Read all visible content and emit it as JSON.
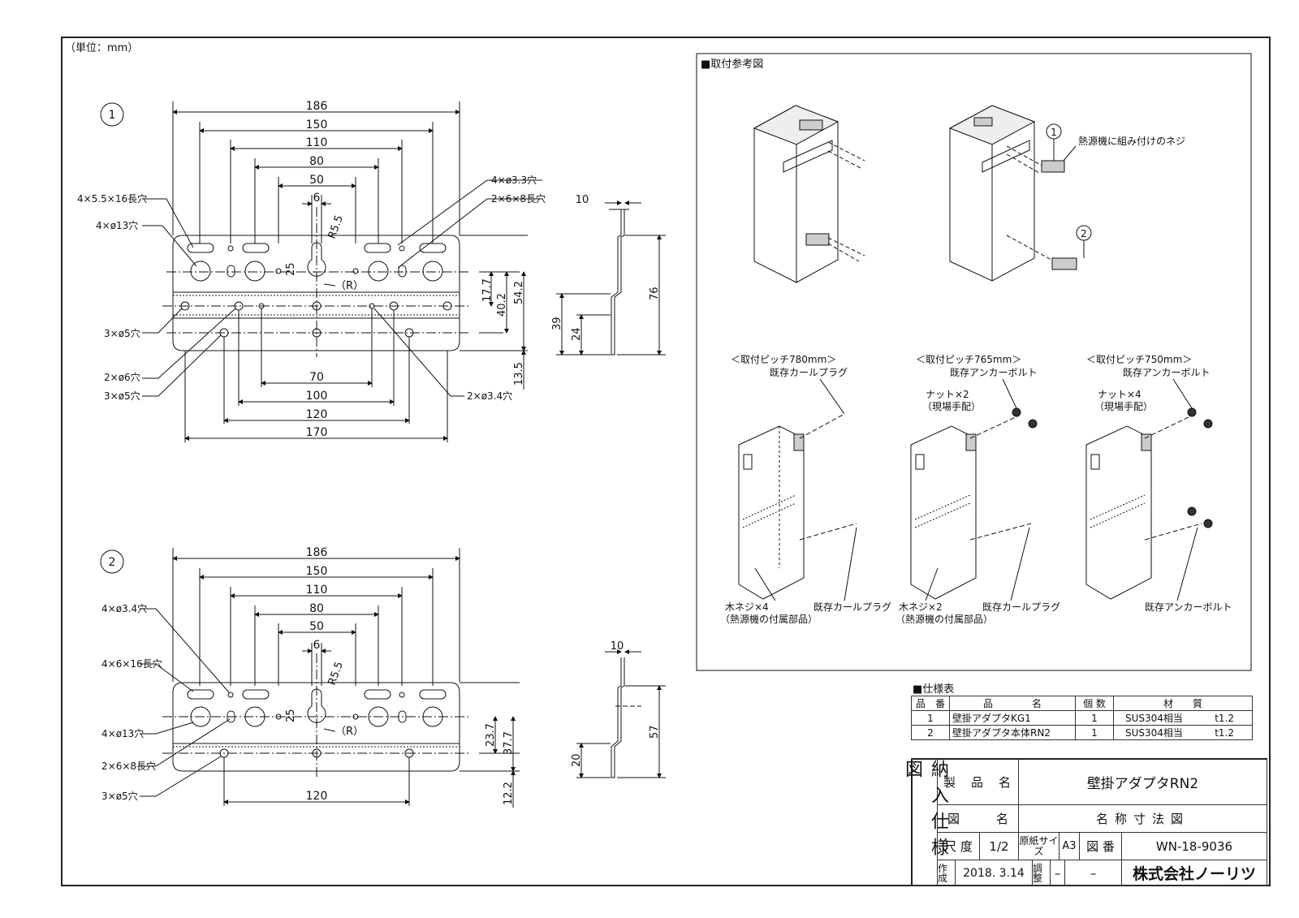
{
  "unit_label": "（単位：mm）",
  "fig1": {
    "marker": "1",
    "widths": [
      "186",
      "150",
      "110",
      "80",
      "50",
      "6"
    ],
    "radius": "R5.5",
    "r_label": "（R）",
    "label_slot": "4×5.5×16長穴",
    "label_13": "4×ø13穴",
    "label_33": "4×ø3.3穴",
    "label_6x8": "2×6×8長穴",
    "label_5a": "3×ø5穴",
    "label_6": "2×ø6穴",
    "label_5b": "3×ø5穴",
    "label_34": "2×ø3.4穴",
    "dim_25": "25",
    "dim_177": "17.7",
    "dim_402": "40.2",
    "dim_542": "54.2",
    "dim_135": "13.5",
    "bottoms": [
      "70",
      "100",
      "120",
      "170"
    ],
    "side": {
      "t": "10",
      "h1": "39",
      "h2": "24",
      "h": "76"
    }
  },
  "fig2": {
    "marker": "2",
    "widths": [
      "186",
      "150",
      "110",
      "80",
      "50",
      "6"
    ],
    "radius": "R5.5",
    "r_label": "（R）",
    "label_34": "4×ø3.4穴",
    "label_slot": "4×6×16長穴",
    "label_13": "4×ø13穴",
    "label_6x8": "2×6×8長穴",
    "label_5": "3×ø5穴",
    "dim_25": "25",
    "dim_237": "23.7",
    "dim_377": "37.7",
    "dim_122": "12.2",
    "bottom": "120",
    "side": {
      "t": "10",
      "h1": "20",
      "h": "57"
    }
  },
  "reference": {
    "title": "■取付参考図",
    "m1": "1",
    "m2": "2",
    "screw_note": "熱源機に組み付けのネジ",
    "pitch780": "＜取付ピッチ780mm＞",
    "pitch765": "＜取付ピッチ765mm＞",
    "pitch750": "＜取付ピッチ750mm＞",
    "curl_plug_top": "既存カールプラグ",
    "anchor_top1": "既存アンカーボルト",
    "anchor_top2": "既存アンカーボルト",
    "nut2": "ナット×2",
    "nut2_sub": "（現場手配）",
    "nut4": "ナット×4",
    "nut4_sub": "（現場手配）",
    "wood4": "木ネジ×4",
    "wood4_sub": "（熱源機の付属部品）",
    "curl_plug_b1": "既存カールプラグ",
    "wood2": "木ネジ×2",
    "wood2_sub": "（熱源機の付属部品）",
    "curl_plug_b2": "既存カールプラグ",
    "anchor_b": "既存アンカーボルト"
  },
  "spec_table": {
    "title": "■仕様表",
    "headers": [
      "品　番",
      "品　　　　名",
      "個 数",
      "材　　質"
    ],
    "rows": [
      {
        "no": "1",
        "name": "壁掛アダプタKG1",
        "qty": "1",
        "mat": "SUS304相当",
        "t": "t1.2"
      },
      {
        "no": "2",
        "name": "壁掛アダプタ本体RN2",
        "qty": "1",
        "mat": "SUS304相当",
        "t": "t1.2"
      }
    ]
  },
  "title_block": {
    "side_label": "納入仕様図",
    "product_label": "製　品　名",
    "product_value": "壁掛アダプタRN2",
    "drawing_label": "図　　　名",
    "drawing_value": "名称寸法図",
    "scale_label": "尺 度",
    "scale_value": "1/2",
    "paper_label": "原紙サイズ",
    "paper_value": "A3",
    "number_label": "図 番",
    "number_value": "WN-18-9036",
    "made_label": "作成",
    "made_value": "2018. 3.14",
    "adj_label": "調整",
    "adj_value": "–",
    "adj_value2": "–",
    "company": "株式会社ノーリツ"
  }
}
